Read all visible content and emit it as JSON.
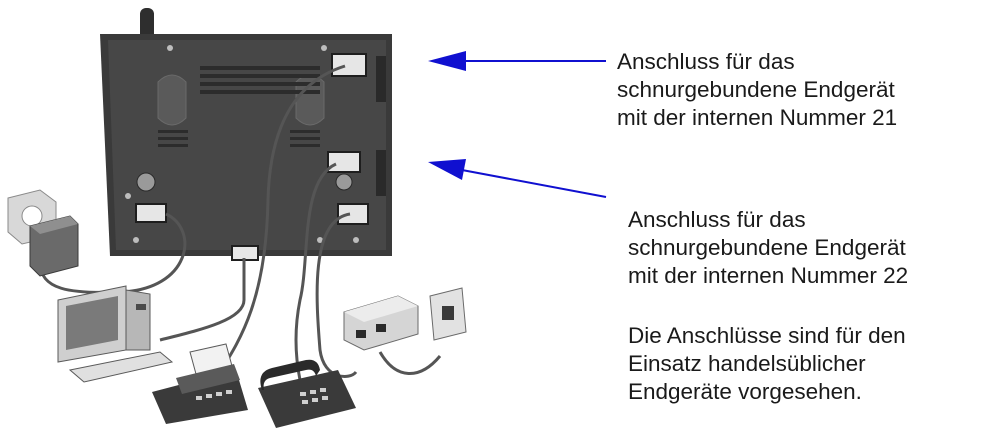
{
  "callouts": {
    "port_21": {
      "lines": [
        "Anschluss für das",
        "schnurgebundene Endgerät",
        "mit der internen Nummer 21"
      ]
    },
    "port_22": {
      "lines": [
        "Anschluss für das",
        "schnurgebundene Endgerät",
        "mit der internen Nummer 22"
      ]
    },
    "note": {
      "lines": [
        "Die Anschlüsse sind für den",
        "Einsatz handelsüblicher",
        "Endgeräte vorgesehen."
      ]
    }
  },
  "colors": {
    "arrow": "#1010d0",
    "device_body": "#3c3c3c",
    "device_dark": "#222222",
    "cable": "#555555",
    "accessory": "#cfcfcf"
  },
  "icons": [
    "base-station-rear",
    "antenna",
    "power-socket",
    "power-adapter",
    "computer",
    "fax-machine",
    "corded-phone",
    "ntba-box",
    "tae-wall-socket"
  ]
}
